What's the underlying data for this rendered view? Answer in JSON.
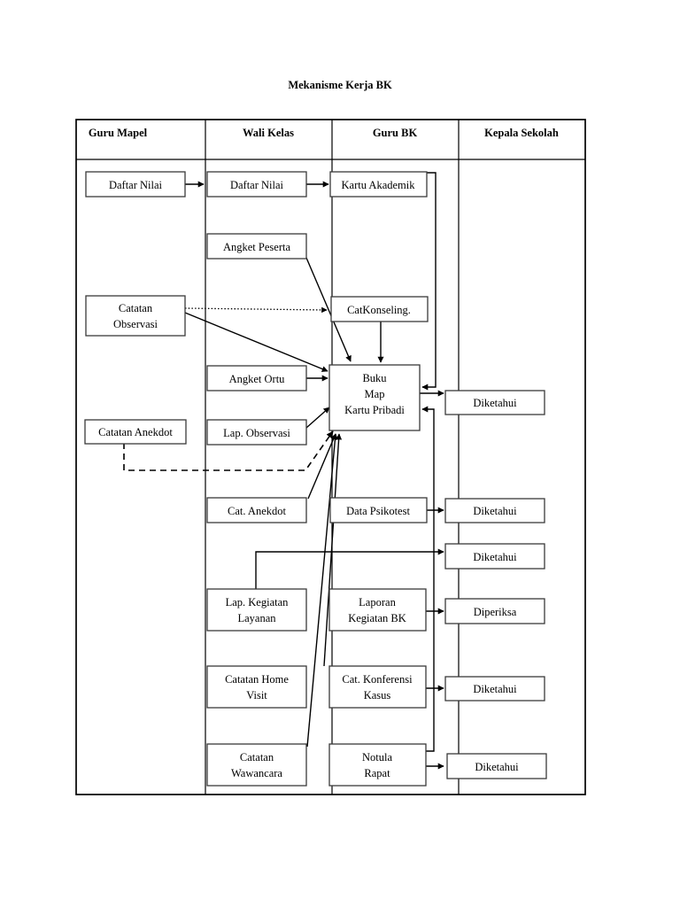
{
  "document": {
    "title": "Mekanisme Kerja BK"
  },
  "table": {
    "columns": [
      {
        "label": "Guru Mapel"
      },
      {
        "label": "Wali Kelas"
      },
      {
        "label": "Guru BK"
      },
      {
        "label": "Kepala Sekolah"
      }
    ]
  },
  "chart_data": {
    "type": "diagram",
    "title": "Mekanisme Kerja BK",
    "swimlanes": [
      "Guru Mapel",
      "Wali Kelas",
      "Guru BK",
      "Kepala Sekolah"
    ],
    "nodes": [
      {
        "id": "n1",
        "lane": "Guru Mapel",
        "label": "Daftar Nilai"
      },
      {
        "id": "n2",
        "lane": "Guru Mapel",
        "label": "Catatan Observasi"
      },
      {
        "id": "n3",
        "lane": "Guru Mapel",
        "label": "Catatan Anekdot"
      },
      {
        "id": "n4",
        "lane": "Wali Kelas",
        "label": "Daftar Nilai"
      },
      {
        "id": "n5",
        "lane": "Wali Kelas",
        "label": "Angket Peserta"
      },
      {
        "id": "n6",
        "lane": "Wali Kelas",
        "label": "Angket Ortu"
      },
      {
        "id": "n7",
        "lane": "Wali Kelas",
        "label": "Lap. Observasi"
      },
      {
        "id": "n8",
        "lane": "Wali Kelas",
        "label": "Cat. Anekdot"
      },
      {
        "id": "n9",
        "lane": "Wali Kelas",
        "label": "Lap. Kegiatan Layanan"
      },
      {
        "id": "n10",
        "lane": "Wali Kelas",
        "label": "Catatan Home Visit"
      },
      {
        "id": "n11",
        "lane": "Wali Kelas",
        "label": "Catatan Wawancara"
      },
      {
        "id": "n12",
        "lane": "Guru BK",
        "label": "Kartu Akademik"
      },
      {
        "id": "n13",
        "lane": "Guru BK",
        "label": "CatKonseling."
      },
      {
        "id": "n14",
        "lane": "Guru BK",
        "label": "Buku Map Kartu Pribadi"
      },
      {
        "id": "n15",
        "lane": "Guru BK",
        "label": "Data Psikotest"
      },
      {
        "id": "n16",
        "lane": "Guru BK",
        "label": "Laporan Kegiatan BK"
      },
      {
        "id": "n17",
        "lane": "Guru BK",
        "label": "Cat. Konferensi Kasus"
      },
      {
        "id": "n18",
        "lane": "Guru BK",
        "label": "Notula Rapat"
      },
      {
        "id": "n19",
        "lane": "Kepala Sekolah",
        "label": "Diketahui"
      },
      {
        "id": "n20",
        "lane": "Kepala Sekolah",
        "label": "Diketahui"
      },
      {
        "id": "n21",
        "lane": "Kepala Sekolah",
        "label": "Diketahui"
      },
      {
        "id": "n22",
        "lane": "Kepala Sekolah",
        "label": "Diperiksa"
      },
      {
        "id": "n23",
        "lane": "Kepala Sekolah",
        "label": "Diketahui"
      },
      {
        "id": "n24",
        "lane": "Kepala Sekolah",
        "label": "Diketahui"
      }
    ],
    "edges": [
      {
        "from": "n1",
        "to": "n4",
        "style": "solid"
      },
      {
        "from": "n4",
        "to": "n12",
        "style": "solid"
      },
      {
        "from": "n12",
        "to": "n14",
        "style": "solid"
      },
      {
        "from": "n5",
        "to": "n14",
        "style": "solid"
      },
      {
        "from": "n2",
        "to": "n13",
        "style": "dotted"
      },
      {
        "from": "n2",
        "to": "n14",
        "style": "solid"
      },
      {
        "from": "n13",
        "to": "n14",
        "style": "solid"
      },
      {
        "from": "n6",
        "to": "n14",
        "style": "solid"
      },
      {
        "from": "n7",
        "to": "n14",
        "style": "solid"
      },
      {
        "from": "n3",
        "to": "n14",
        "style": "dashed"
      },
      {
        "from": "n8",
        "to": "n14",
        "style": "solid"
      },
      {
        "from": "n9",
        "to": "n21",
        "style": "solid"
      },
      {
        "from": "n10",
        "to": "n14",
        "style": "solid"
      },
      {
        "from": "n11",
        "to": "n14",
        "style": "solid"
      },
      {
        "from": "n14",
        "to": "n19",
        "style": "solid"
      },
      {
        "from": "n15",
        "to": "n20",
        "style": "solid"
      },
      {
        "from": "n16",
        "to": "n22",
        "style": "solid"
      },
      {
        "from": "n17",
        "to": "n23",
        "style": "solid"
      },
      {
        "from": "n18",
        "to": "n24",
        "style": "solid"
      },
      {
        "from": "n18",
        "to": "n14",
        "style": "solid"
      }
    ]
  },
  "nodes": {
    "daftar_nilai_mapel": "Daftar Nilai",
    "catatan_observasi_l1": "Catatan",
    "catatan_observasi_l2": "Observasi",
    "catatan_anekdot": "Catatan Anekdot",
    "daftar_nilai_wali": "Daftar Nilai",
    "angket_peserta": "Angket Peserta",
    "angket_ortu": "Angket Ortu",
    "lap_observasi": "Lap. Observasi",
    "cat_anekdot": "Cat. Anekdot",
    "lap_kegiatan_l1": "Lap. Kegiatan",
    "lap_kegiatan_l2": "Layanan",
    "catatan_home_l1": "Catatan Home",
    "catatan_home_l2": "Visit",
    "catatan_wawancara_l1": "Catatan",
    "catatan_wawancara_l2": "Wawancara",
    "kartu_akademik": "Kartu Akademik",
    "cat_konseling": "CatKonseling.",
    "buku_map_l1": "Buku",
    "buku_map_l2": "Map",
    "buku_map_l3": "Kartu Pribadi",
    "data_psikotest": "Data Psikotest",
    "laporan_kegiatan_l1": "Laporan",
    "laporan_kegiatan_l2": "Kegiatan BK",
    "cat_konferensi_l1": "Cat. Konferensi",
    "cat_konferensi_l2": "Kasus",
    "notula_l1": "Notula",
    "notula_l2": "Rapat",
    "diketahui_1": "Diketahui",
    "diketahui_2": "Diketahui",
    "diketahui_3": "Diketahui",
    "diperiksa": "Diperiksa",
    "diketahui_4": "Diketahui",
    "diketahui_5": "Diketahui"
  },
  "colors": {
    "line": "#000000",
    "box_stroke": "#3a3a3a",
    "background": "#ffffff"
  }
}
